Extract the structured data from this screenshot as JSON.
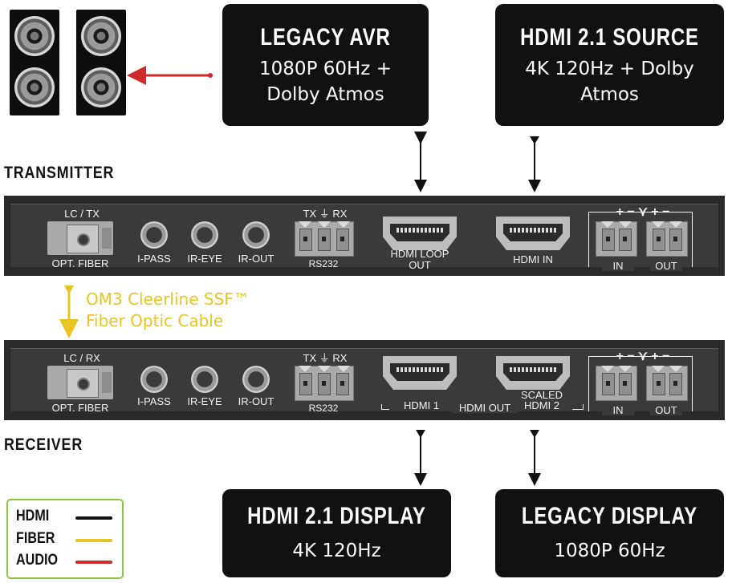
{
  "colors": {
    "hdmi": "#111111",
    "fiber": "#e9c522",
    "audio": "#d12a2a",
    "legend_border": "#8cc63f"
  },
  "boxes": {
    "legacy_avr": {
      "title": "LEGACY AVR",
      "sub": "1080P 60Hz + Dolby Atmos"
    },
    "hdmi21_source": {
      "title": "HDMI 2.1 SOURCE",
      "sub": "4K 120Hz + Dolby Atmos"
    },
    "hdmi21_display": {
      "title": "HDMI 2.1 DISPLAY",
      "sub": "4K 120Hz"
    },
    "legacy_display": {
      "title": "LEGACY DISPLAY",
      "sub": "1080P 60Hz"
    }
  },
  "sections": {
    "transmitter": "TRANSMITTER",
    "receiver": "RECEIVER"
  },
  "transmitter": {
    "fiber_top": "LC / TX",
    "fiber_bottom": "OPT. FIBER",
    "ipass": "I-PASS",
    "ireye": "IR-EYE",
    "irout": "IR-OUT",
    "rs_top": "TX ⏚ RX",
    "rs_bottom": "RS232",
    "hdmi_loop_1": "HDMI LOOP",
    "hdmi_loop_2": "OUT",
    "hdmi_in": "HDMI IN",
    "audio_top": "+ − ⋎ + −",
    "audio_in": "IN",
    "audio_out": "OUT"
  },
  "fiber_cable": {
    "line1": "OM3 Cleerline SSF™",
    "line2": "Fiber Optic Cable"
  },
  "receiver": {
    "fiber_top": "LC / RX",
    "fiber_bottom": "OPT. FIBER",
    "ipass": "I-PASS",
    "ireye": "IR-EYE",
    "irout": "IR-OUT",
    "rs_top": "TX ⏚ RX",
    "rs_bottom": "RS232",
    "hdmi1": "HDMI 1",
    "hdmi_out": "HDMI OUT",
    "scaled_1": "SCALED",
    "scaled_2": "HDMI 2",
    "audio_top": "+ − ⋎ + −",
    "audio_in": "IN",
    "audio_out": "OUT"
  },
  "legend": {
    "hdmi": "HDMI",
    "fiber": "FIBER",
    "audio": "AUDIO"
  }
}
